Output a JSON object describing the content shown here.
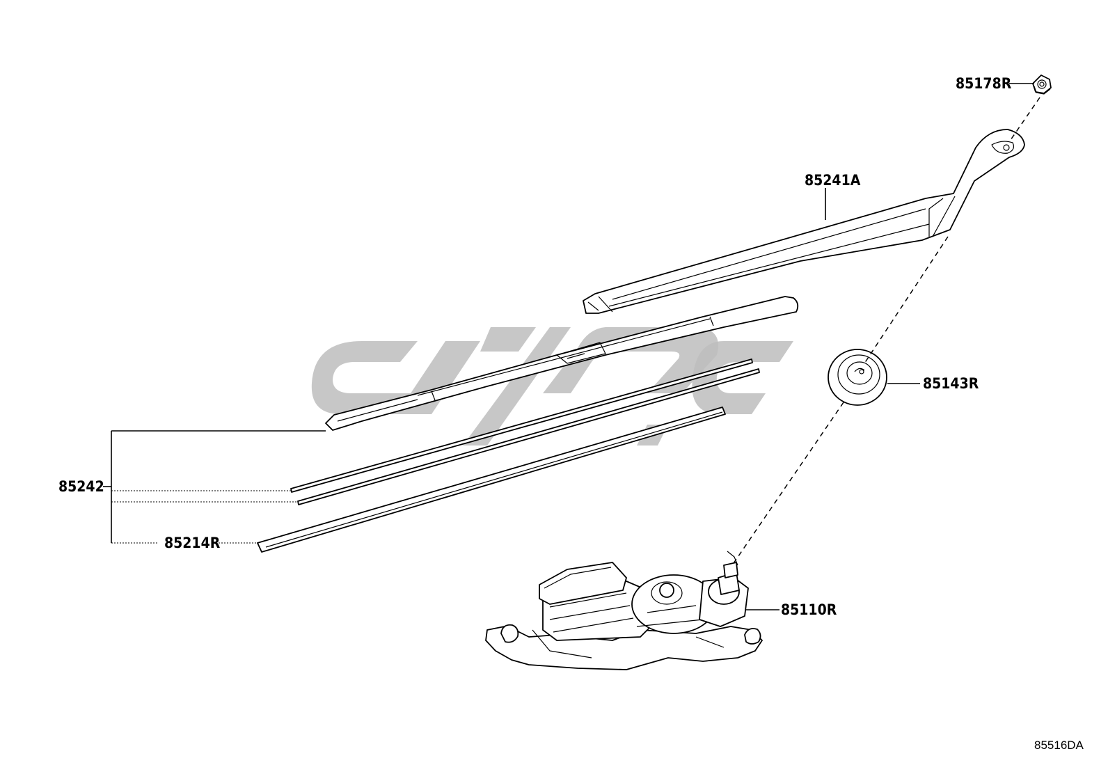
{
  "parts": {
    "nut": "85178R",
    "arm": "85241A",
    "blade_assembly": "85242",
    "rubber_refill": "85214R",
    "cap": "85143R",
    "motor": "85110R"
  },
  "diagram_code": "85516DA"
}
